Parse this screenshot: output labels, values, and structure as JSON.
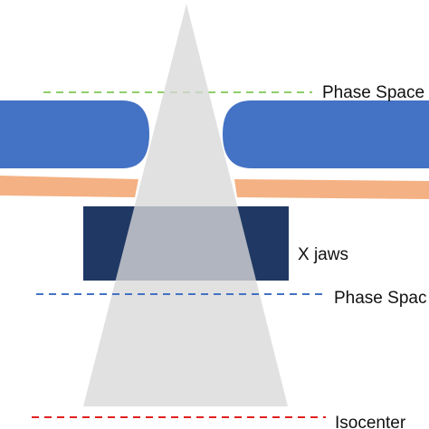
{
  "labels": {
    "phase_space_upper": "Phase Space",
    "x_jaws": "X jaws",
    "phase_space_lower": "Phase Spac",
    "isocenter": "Isocenter"
  },
  "colors": {
    "y_jaws": "#4472c4",
    "mlc_plate": "#f4b183",
    "x_jaws": "#203864",
    "beam": "#d9d9d9",
    "phase_space_upper_line": "#8fce6a",
    "phase_space_lower_line": "#4472c4",
    "isocenter_line": "#e02020"
  }
}
